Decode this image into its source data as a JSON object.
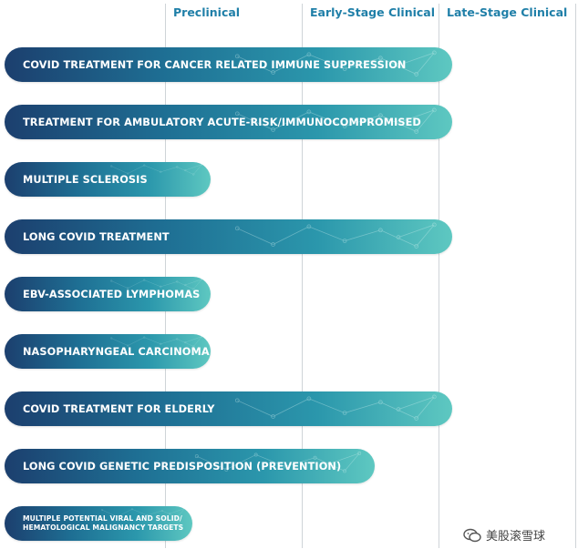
{
  "chart_data": {
    "type": "bar",
    "orientation": "horizontal",
    "title": "",
    "xlabel": "",
    "ylabel": "",
    "phases": [
      "Preclinical",
      "Early-Stage Clinical",
      "Late-Stage Clinical"
    ],
    "xlim": [
      0,
      3
    ],
    "grid": true,
    "categories": [
      "COVID TREATMENT FOR CANCER RELATED IMMUNE SUPPRESSION",
      "TREATMENT FOR AMBULATORY ACUTE-RISK/IMMUNOCOMPROMISED",
      "MULTIPLE SCLEROSIS",
      "LONG COVID TREATMENT",
      "EBV-ASSOCIATED LYMPHOMAS",
      "NASOPHARYNGEAL CARCINOMA",
      "COVID TREATMENT FOR ELDERLY",
      "LONG COVID GENETIC PREDISPOSITION (PREVENTION)",
      "MULTIPLE POTENTIAL VIRAL AND SOLID/ HEMATOLOGICAL MALIGNANCY TARGETS"
    ],
    "values": [
      2.1,
      2.1,
      0.33,
      2.1,
      0.33,
      0.33,
      2.1,
      1.53,
      0.2
    ],
    "colors": {
      "bar_start": "#1c3f6e",
      "bar_mid": "#2b97ac",
      "bar_end": "#5ec8c1",
      "phase_label": "#1f7fa8",
      "gridline": "#cfd4d8"
    }
  },
  "watermark": {
    "text": "美股滚雪球"
  }
}
